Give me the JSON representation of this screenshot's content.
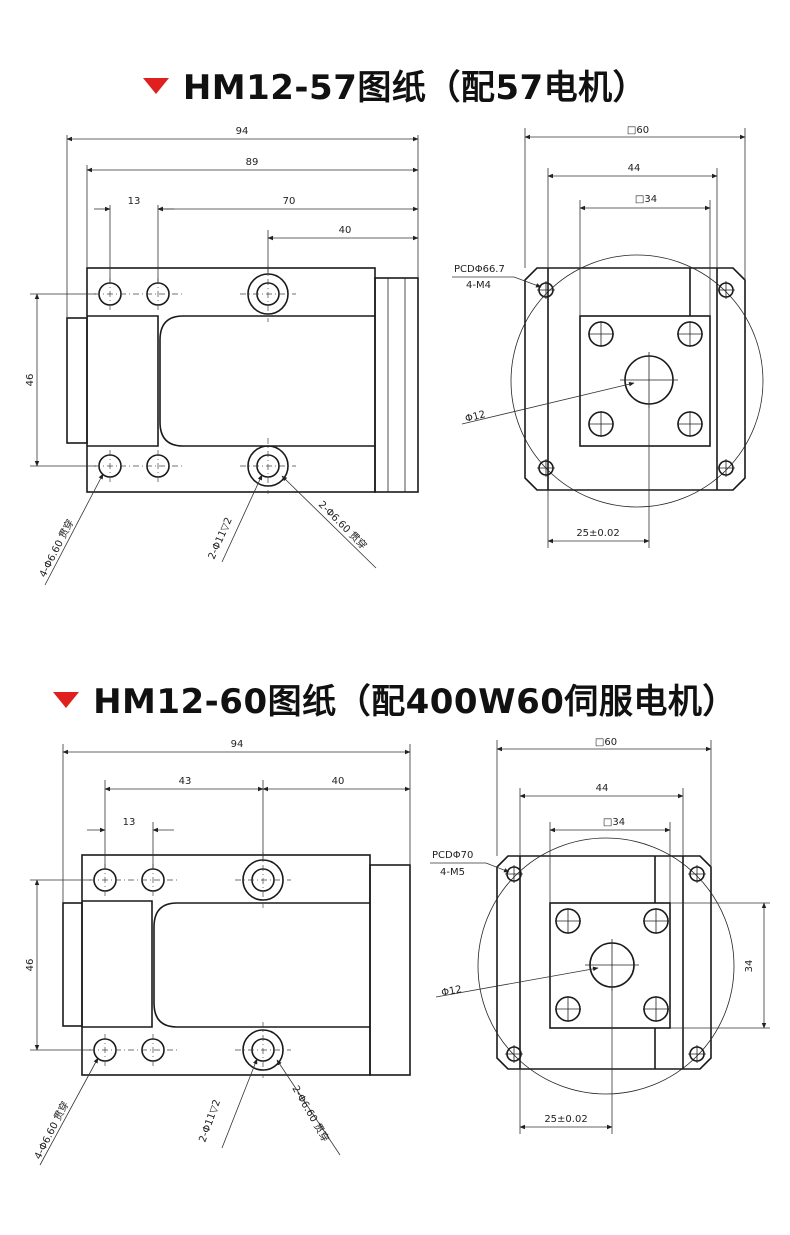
{
  "sections": [
    {
      "title": "HM12-57图纸（配57电机）",
      "side_view": {
        "dims": {
          "overall": "94",
          "width": "89",
          "hole_pitch": "13",
          "offset_70": "70",
          "offset_40": "40",
          "height": "46"
        },
        "callouts": {
          "left_holes": "4-Φ6.60 贯穿",
          "center_top": "2-Φ11▽2",
          "center_bottom": "2-Φ6.60 贯穿"
        }
      },
      "front_view": {
        "dims": {
          "square_outer": "□60",
          "span": "44",
          "square_inner": "□34",
          "offset": "25±0.02"
        },
        "callouts": {
          "pcd": "PCDΦ66.7",
          "thread": "4-M4",
          "bore": "Φ12"
        }
      }
    },
    {
      "title": "HM12-60图纸（配400W60伺服电机）",
      "side_view": {
        "dims": {
          "overall": "94",
          "offset_43": "43",
          "offset_40": "40",
          "hole_pitch": "13",
          "height": "46"
        },
        "callouts": {
          "left_holes": "4-Φ6.60 贯穿",
          "center_top": "2-Φ11▽2",
          "center_bottom": "2-Φ6.60 贯穿"
        }
      },
      "front_view": {
        "dims": {
          "square_outer": "□60",
          "span": "44",
          "square_inner": "□34",
          "side": "34",
          "offset": "25±0.02"
        },
        "callouts": {
          "pcd": "PCDΦ70",
          "thread": "4-M5",
          "bore": "Φ12"
        }
      }
    }
  ],
  "colors": {
    "accent": "#e0201e",
    "line": "#1a1a1a"
  }
}
